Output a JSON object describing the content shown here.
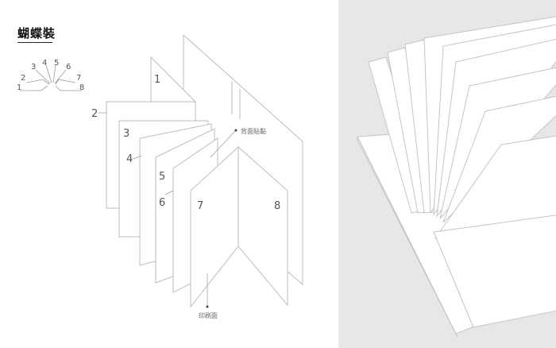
{
  "title": "蝴蝶裝",
  "legend_numbers": [
    "1",
    "2",
    "3",
    "4",
    "5",
    "6",
    "7",
    "8"
  ],
  "page_numbers": [
    "1",
    "2",
    "3",
    "4",
    "5",
    "6",
    "7",
    "8"
  ],
  "labels": {
    "spine_glue": "背面貼黏",
    "printed_side": "印刷面"
  },
  "colors": {
    "line": "#bdbdbd",
    "text": "#555555",
    "right_background": "#e7e7e7"
  }
}
